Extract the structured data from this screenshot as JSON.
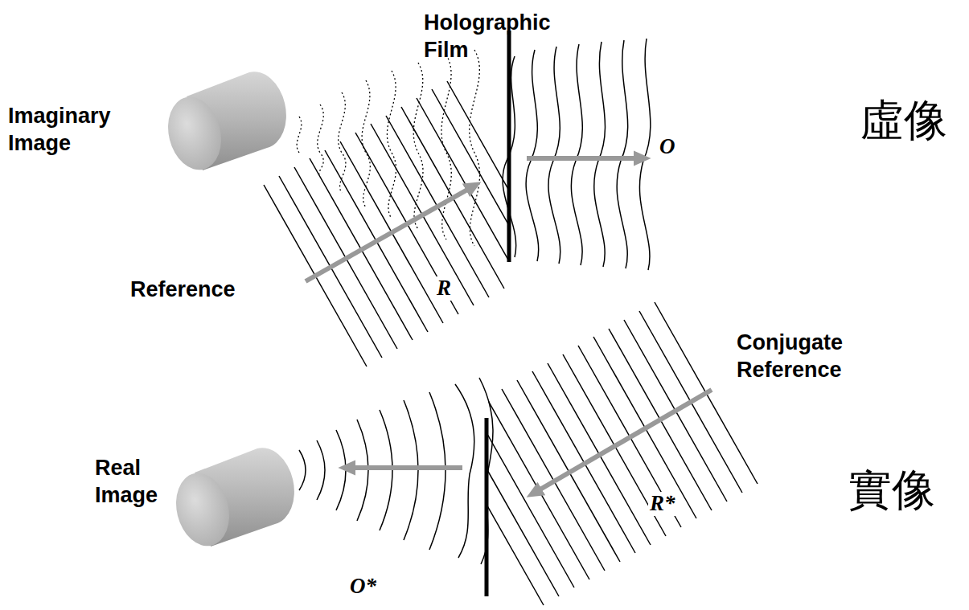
{
  "diagram": {
    "labels": [
      "Holographic Film",
      "Imaginary Image",
      "虛像",
      "O",
      "Reference",
      "R",
      "Conjugate Reference",
      "Real Image",
      "實像",
      "R*",
      "O*"
    ]
  }
}
